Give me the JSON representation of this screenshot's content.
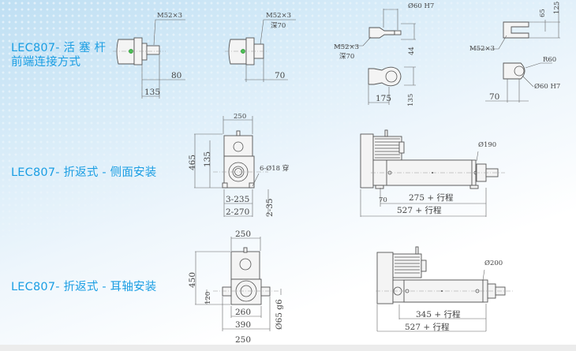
{
  "sections": [
    {
      "title_line1": "LEC807- 活 塞 杆",
      "title_line2": "前端连接方式"
    },
    {
      "title": "LEC807- 折返式 - 侧面安装"
    },
    {
      "title": "LEC807- 折返式 - 耳轴安装"
    }
  ],
  "rod_end": {
    "a": {
      "thread": "M52×3",
      "dim1": "80",
      "dim2": "135"
    },
    "b": {
      "thread": "M52×3",
      "depth": "深70",
      "dim1": "70"
    },
    "c": {
      "bore": "Ø60 H7",
      "thread": "M52×3",
      "depth": "深70",
      "dim_h": "44",
      "dim_len": "175",
      "dim_v": "135"
    },
    "d": {
      "dim1": "65",
      "dim2": "125",
      "thread": "M52×3",
      "radius": "R60",
      "bore": "Ø60 H7",
      "dim_len": "70"
    }
  },
  "side_mount": {
    "width": "250",
    "height": "465",
    "height2": "135",
    "holes": "6-Ø18 穿",
    "dim_a": "3-235",
    "dim_b": "2-270",
    "dim_c": "2-35",
    "diameter": "Ø190",
    "dim_70": "70",
    "len1": "275 + 行程",
    "len2": "527 + 行程"
  },
  "trunnion_mount": {
    "width": "250",
    "height": "450",
    "height2": "120",
    "dim_a": "260",
    "dim_b": "390",
    "pin": "Ø65 g6",
    "diameter": "Ø200",
    "len1": "345 + 行程",
    "len2": "527 + 行程",
    "next_width": "250"
  }
}
